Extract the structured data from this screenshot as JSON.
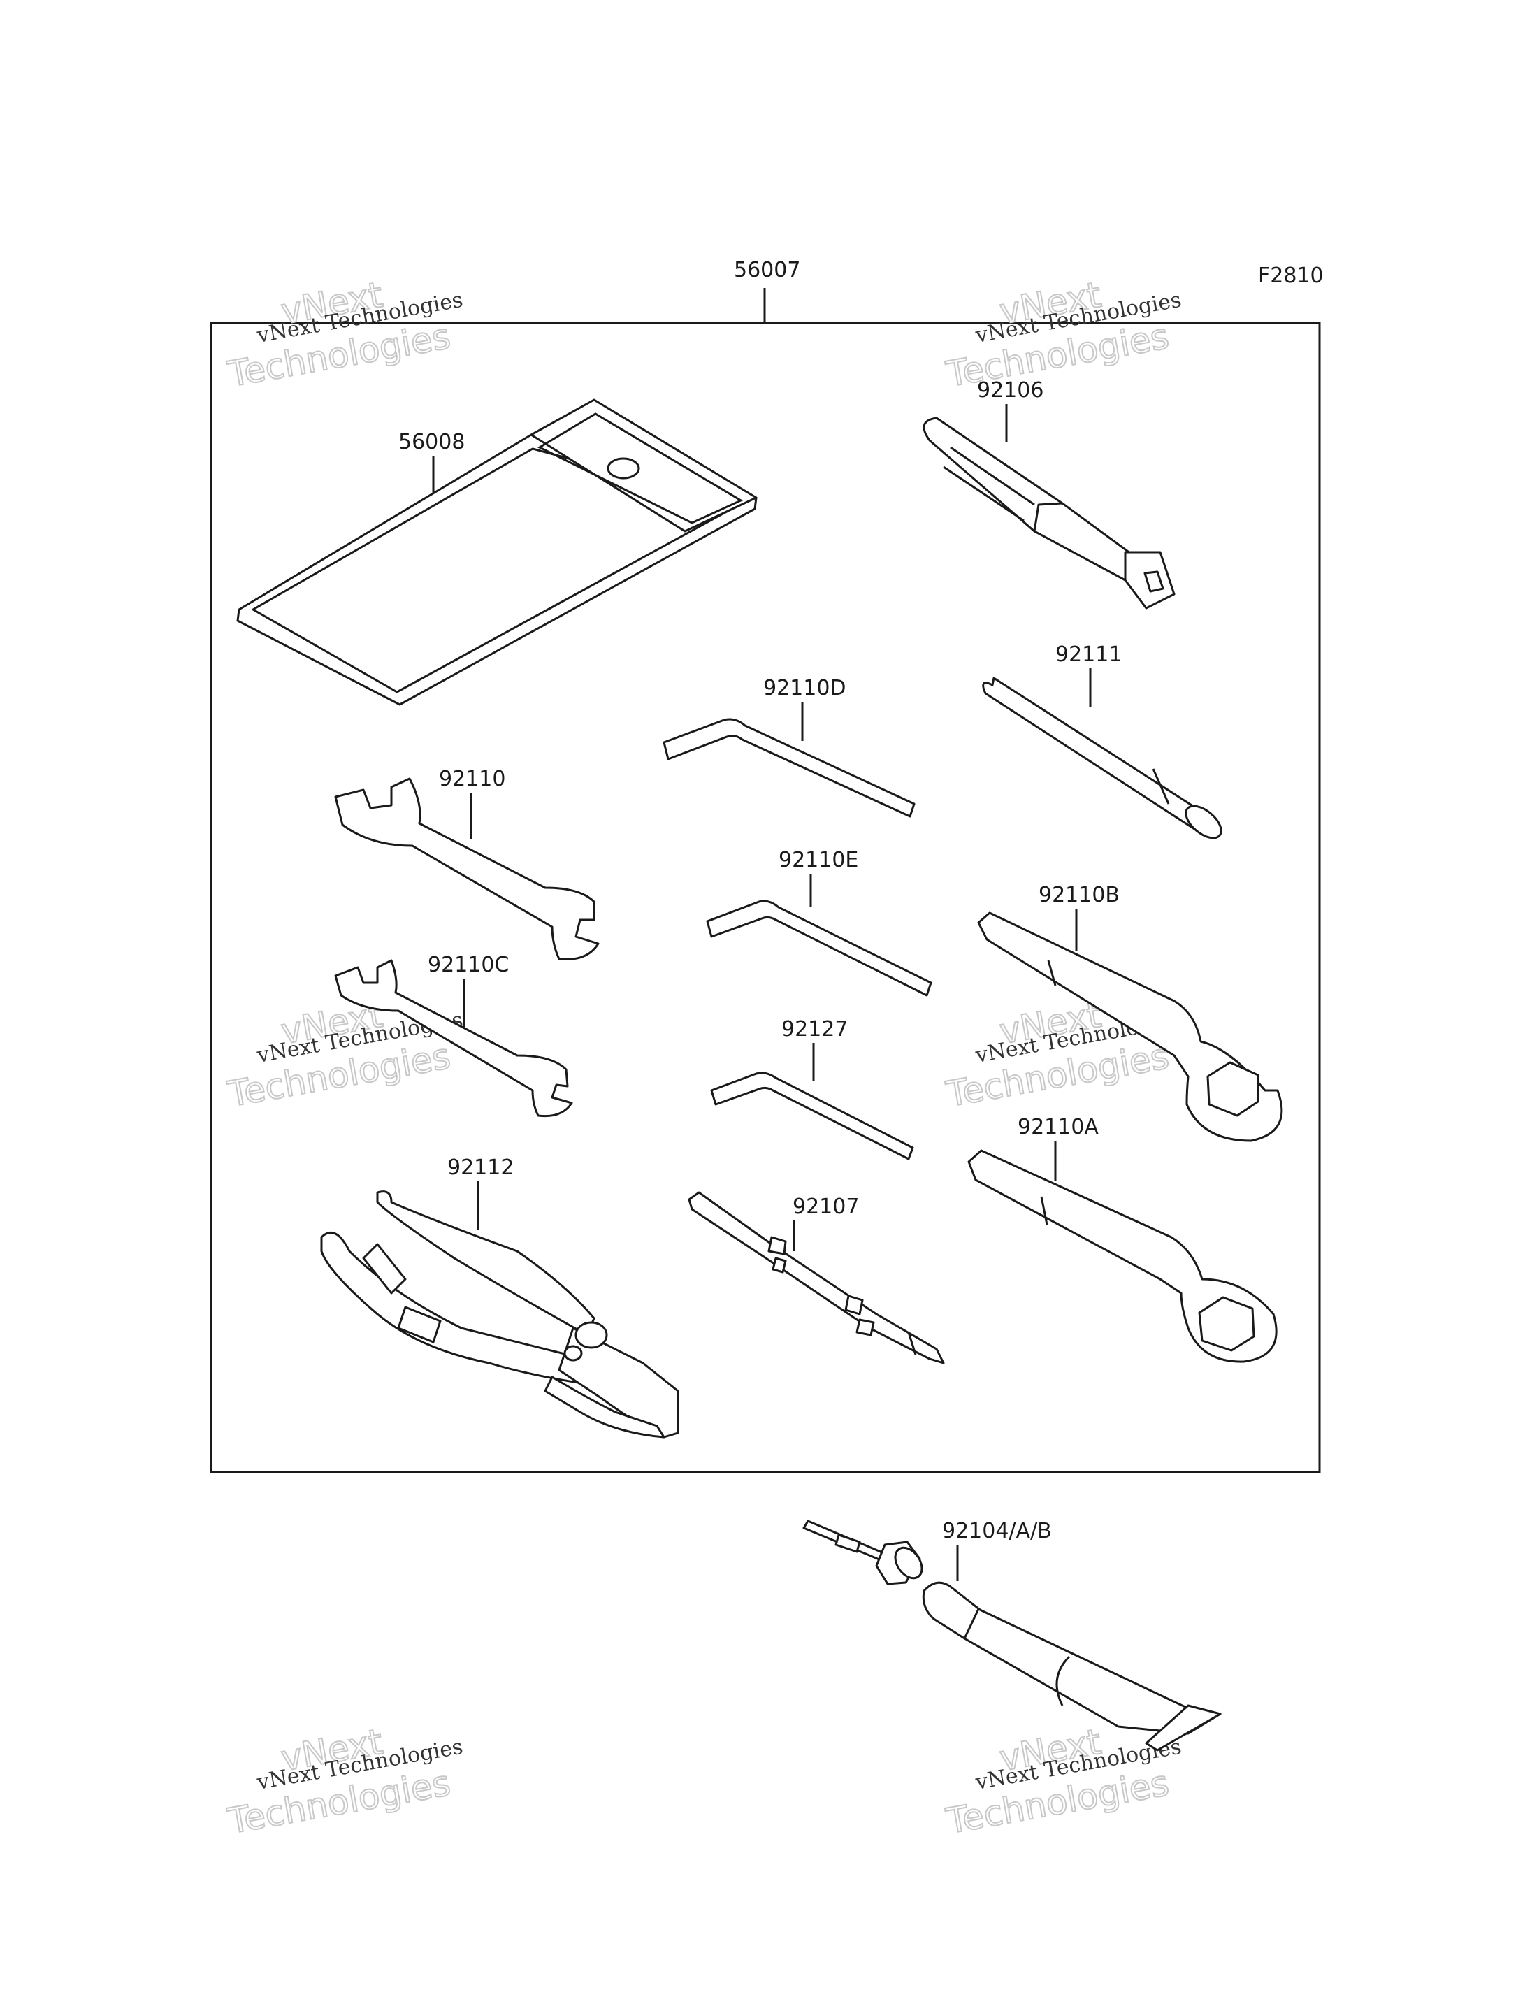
{
  "diagram": {
    "figure_code": "F2810",
    "assembly_label": "56007",
    "watermark": {
      "line1": "vNext Technologies",
      "line2": "vNext",
      "line3": "Technologies"
    },
    "parts": [
      {
        "id": "p56008",
        "label": "56008",
        "icon": "tool-bag-icon"
      },
      {
        "id": "p92106",
        "label": "92106",
        "icon": "socket-driver-handle-icon"
      },
      {
        "id": "p92110D",
        "label": "92110D",
        "icon": "hex-key-icon"
      },
      {
        "id": "p92111",
        "label": "92111",
        "icon": "tommy-bar-icon"
      },
      {
        "id": "p92110",
        "label": "92110",
        "icon": "open-end-wrench-icon"
      },
      {
        "id": "p92110E",
        "label": "92110E",
        "icon": "hex-key-icon"
      },
      {
        "id": "p92110B",
        "label": "92110B",
        "icon": "ring-wrench-icon"
      },
      {
        "id": "p92110C",
        "label": "92110C",
        "icon": "open-end-wrench-icon"
      },
      {
        "id": "p92127",
        "label": "92127",
        "icon": "hex-key-icon"
      },
      {
        "id": "p92110A",
        "label": "92110A",
        "icon": "ring-wrench-icon"
      },
      {
        "id": "p92112",
        "label": "92112",
        "icon": "pliers-icon"
      },
      {
        "id": "p92107",
        "label": "92107",
        "icon": "screwdriver-icon"
      },
      {
        "id": "p92104",
        "label": "92104/A/B",
        "icon": "tire-repair-kit-icon"
      }
    ]
  }
}
